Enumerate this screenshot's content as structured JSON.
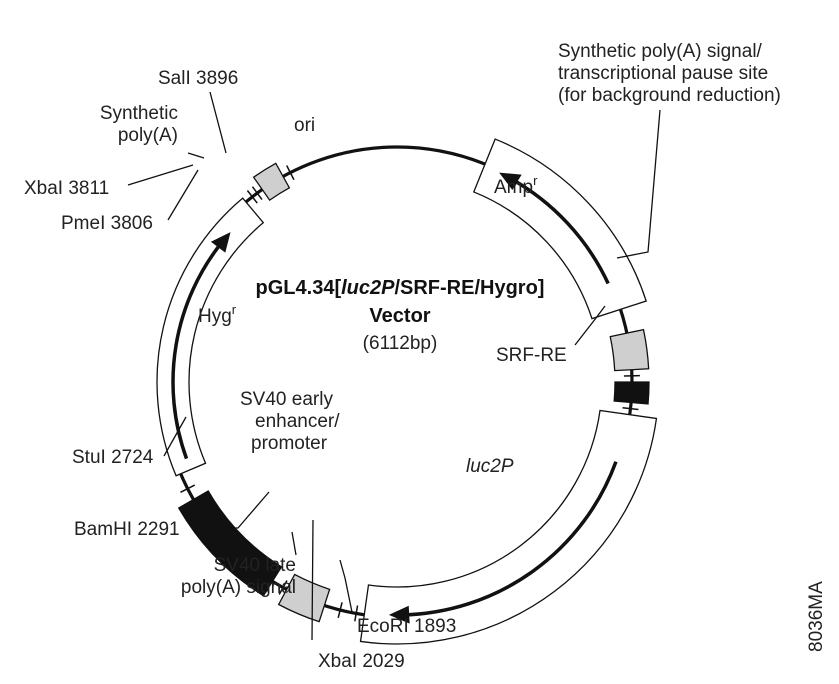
{
  "diagram": {
    "title_prefix": "pGL4.34[",
    "title_italic": "luc2P",
    "title_suffix": "/SRF-RE/Hygro]",
    "title_line2": "Vector",
    "size": "(6112bp)",
    "figure_id": "8036MA"
  },
  "labels": {
    "synthetic_signal_l1": "Synthetic poly(A) signal/",
    "synthetic_signal_l2": "transcriptional pause site",
    "synthetic_signal_l3": "(for background reduction)",
    "amp": "Amp",
    "amp_sup": "r",
    "srf_re": "SRF-RE",
    "luc2p": "luc2P",
    "ecori": "EcoRI 1893",
    "xbai_2029": "XbaI 2029",
    "sv40_late_l1": "SV40 late",
    "sv40_late_l2": "poly(A) signal",
    "bamhi": "BamHI 2291",
    "stui": "StuI 2724",
    "sv40_early_l1": "SV40 early",
    "sv40_early_l2": "enhancer/",
    "sv40_early_l3": "promoter",
    "hyg": "Hyg",
    "hyg_sup": "r",
    "pmei": "PmeI 3806",
    "xbai_3811": "XbaI 3811",
    "synthetic_polya_l1": "Synthetic",
    "synthetic_polya_l2": "poly(A)",
    "sali": "SalI 3896",
    "ori": "ori"
  }
}
